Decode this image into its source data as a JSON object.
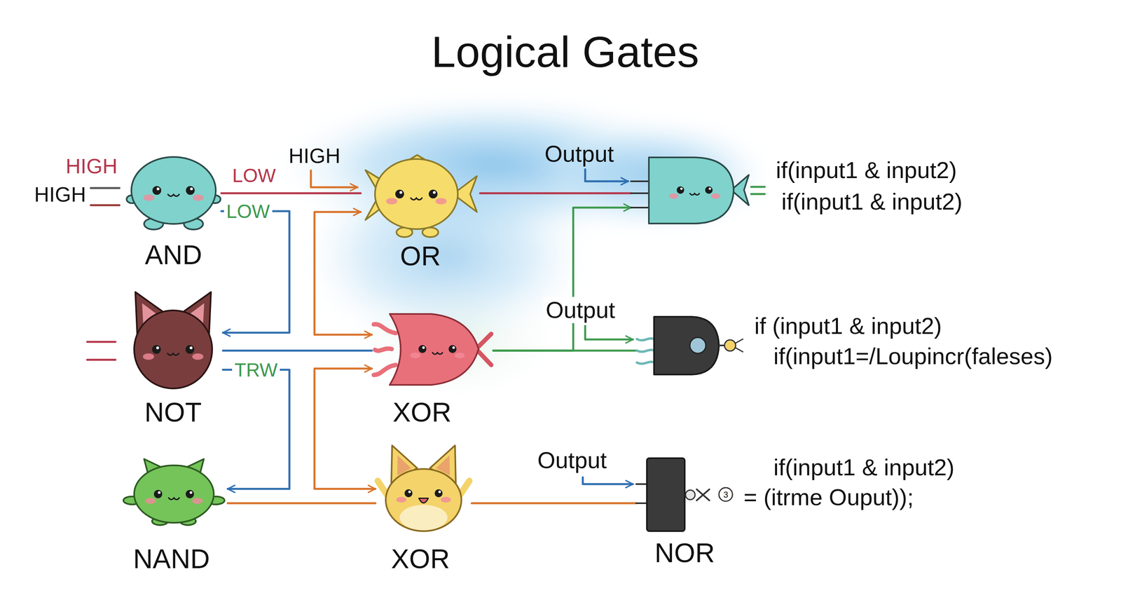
{
  "diagram": {
    "title": "Logical Gates",
    "nodes": [
      {
        "text": [
          "AND"
        ]
      },
      {
        "text": [
          "OR"
        ]
      },
      {
        "text": [
          "if(input1 & input2)",
          "if(input1 & input2)"
        ]
      },
      {
        "text": [
          "NOT"
        ]
      },
      {
        "text": [
          "XOR"
        ]
      },
      {
        "text": [
          "if (input1 & input2)",
          "if(input1=/Loupincr(faleses)"
        ]
      },
      {
        "text": [
          "NAND"
        ]
      },
      {
        "text": [
          "XOR"
        ]
      },
      {
        "text": [
          "if(input1 & input2)",
          "= (itrme Ouput));",
          "NOR"
        ]
      }
    ],
    "edges": [
      {
        "from": 0,
        "to": 1,
        "arrow": "none",
        "label": "LOW"
      },
      {
        "from": 1,
        "to": 2,
        "arrow": "none"
      },
      {
        "from": 0,
        "to": 3,
        "arrow": "to",
        "label": "LOW"
      },
      {
        "from": 3,
        "to": 4,
        "arrow": "none"
      },
      {
        "from": 3,
        "to": 6,
        "arrow": "to",
        "label": "TRW"
      },
      {
        "from": 1,
        "to": 4,
        "arrow": "both"
      },
      {
        "from": 4,
        "to": 7,
        "arrow": "both"
      },
      {
        "from": 4,
        "to": 5,
        "arrow": "none"
      },
      {
        "from": 4,
        "to": 2,
        "arrow": "to"
      },
      {
        "from": 6,
        "to": 7,
        "arrow": "none"
      },
      {
        "from": 7,
        "to": 8,
        "arrow": "none"
      }
    ],
    "labels": [
      "HIGH",
      "Output",
      "HIGH",
      "HIGH",
      "Output",
      "Output",
      "3"
    ]
  }
}
